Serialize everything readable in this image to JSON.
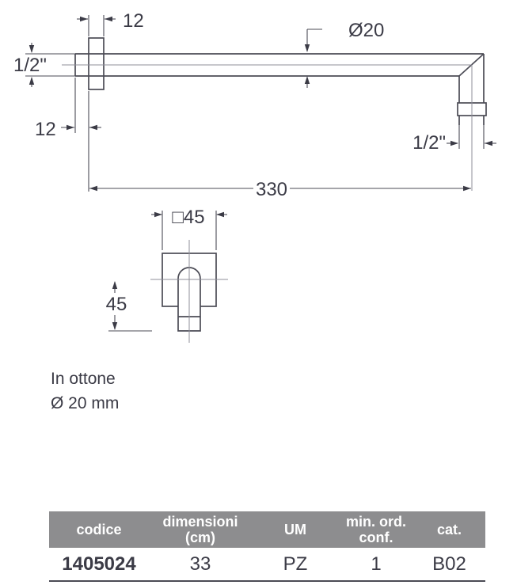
{
  "diagram": {
    "dims": {
      "flange_thickness_mm": "12",
      "inlet_thread": "1/2\"",
      "wall_offset_mm": "12",
      "pipe_diameter": "Ø20",
      "outlet_thread": "1/2\"",
      "arm_length_mm": "330",
      "flange_square_mm": "□45",
      "drop_height_mm": "45"
    },
    "notes": [
      "In ottone",
      "Ø 20 mm"
    ]
  },
  "table": {
    "headers": [
      {
        "line1": "codice",
        "line2": ""
      },
      {
        "line1": "dimensioni",
        "line2": "(cm)"
      },
      {
        "line1": "UM",
        "line2": ""
      },
      {
        "line1": "min. ord.",
        "line2": "conf."
      },
      {
        "line1": "cat.",
        "line2": ""
      }
    ],
    "rows": [
      {
        "codice": "1405024",
        "dimensioni_cm": "33",
        "um": "PZ",
        "min_ord_conf": "1",
        "cat": "B02"
      }
    ]
  },
  "colors": {
    "code_teal": "#0ba299",
    "header_gray": "#8d8d8f",
    "row_highlight_gray": "#e9e9e9",
    "drawing_line_dark": "#4b4b55",
    "text_dark": "#3b3b46"
  }
}
